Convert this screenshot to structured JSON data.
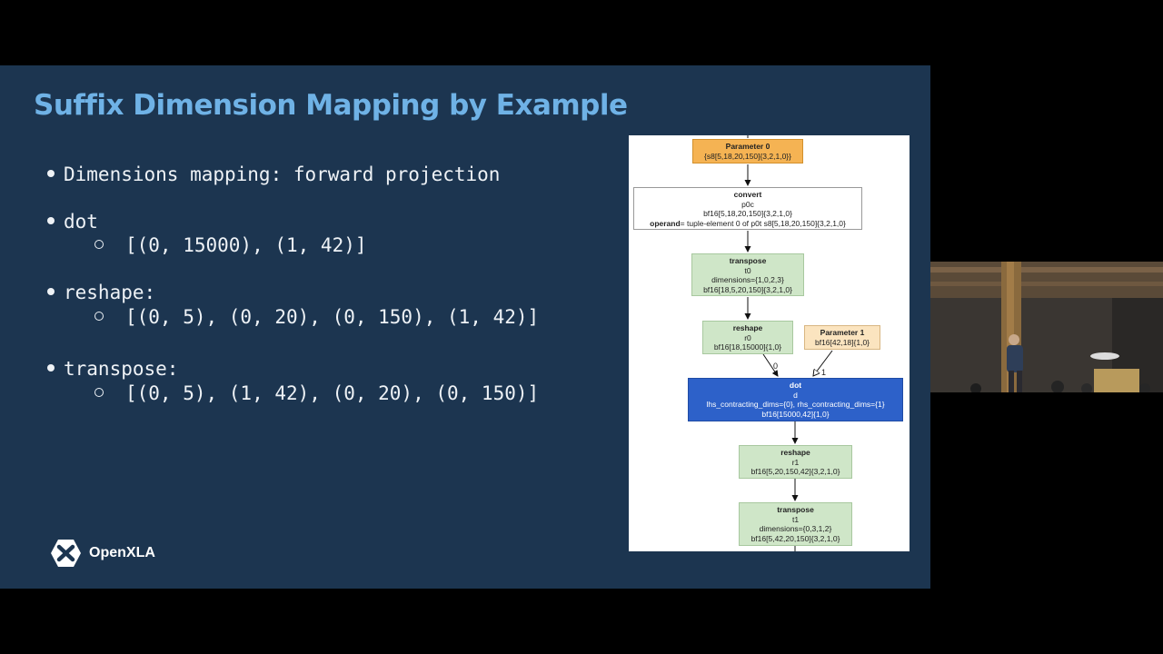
{
  "slide": {
    "title": "Suffix Dimension Mapping by Example",
    "bullets": [
      {
        "label": "Dimensions mapping: forward projection"
      },
      {
        "label": "dot",
        "sub": "[(0, 15000), (1, 42)]"
      },
      {
        "label": "reshape:",
        "sub": "[(0, 5), (0, 20), (0, 150), (1, 42)]"
      },
      {
        "label": "transpose:",
        "sub": "[(0, 5), (1, 42), (0, 20), (0, 150)]"
      }
    ],
    "logo_text": "OpenXLA"
  },
  "graph": {
    "param0": {
      "title": "Parameter 0",
      "l1": "{s8[5,18,20,150]{3,2,1,0}}"
    },
    "convert": {
      "title": "convert",
      "l1": "p0c",
      "l2": "bf16[5,18,20,150]{3,2,1,0}",
      "op_key": "operand",
      "op_val": "= tuple-element 0 of p0t s8[5,18,20,150]{3,2,1,0}"
    },
    "transpose0": {
      "title": "transpose",
      "l1": "t0",
      "l2": "dimensions={1,0,2,3}",
      "l3": "bf16[18,5,20,150]{3,2,1,0}"
    },
    "reshape0": {
      "title": "reshape",
      "l1": "r0",
      "l2": "bf16[18,15000]{1,0}"
    },
    "param1": {
      "title": "Parameter 1",
      "l1": "bf16[42,18]{1,0}"
    },
    "dot": {
      "title": "dot",
      "l1": "d",
      "l2": "lhs_contracting_dims={0}, rhs_contracting_dims={1}",
      "l3": "bf16[15000,42]{1,0}"
    },
    "reshape1": {
      "title": "reshape",
      "l1": "r1",
      "l2": "bf16[5,20,150,42]{3,2,1,0}"
    },
    "transpose1": {
      "title": "transpose",
      "l1": "t1",
      "l2": "dimensions={0,3,1,2}",
      "l3": "bf16[5,42,20,150]{3,2,1,0}"
    },
    "edge_labels": {
      "left": "0",
      "right": "1"
    }
  },
  "colors": {
    "slide_bg": "#1c3550",
    "title": "#6fb2e6",
    "param_orange": "#f5b353",
    "node_green": "#cfe6c8",
    "node_blue": "#2d61c9",
    "param_peach": "#fbe4bf"
  }
}
